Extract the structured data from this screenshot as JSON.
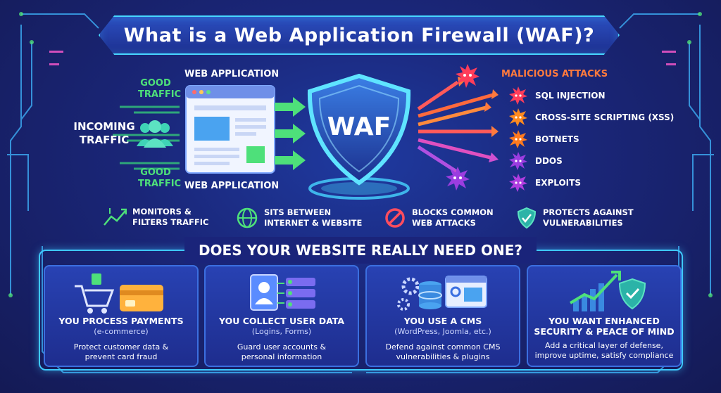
{
  "title": "What is a Web Application Firewall (WAF)?",
  "diagram": {
    "good_traffic_top": [
      "Good",
      "Traffic"
    ],
    "good_traffic_bottom": [
      "Good",
      "Traffic"
    ],
    "incoming_traffic": [
      "Incoming",
      "Traffic"
    ],
    "web_app_top": "Web Application",
    "web_app_bottom": "Web Application",
    "shield_label": "WAF",
    "attacks_title": "Malicious Attacks",
    "attacks": [
      "SQL Injection",
      "Cross-Site Scripting (XSS)",
      "Botnets",
      "DDoS",
      "Exploits"
    ]
  },
  "features": [
    {
      "icon": "chart-arrows-icon",
      "lines": [
        "Monitors &",
        "Filters Traffic"
      ]
    },
    {
      "icon": "globe-network-icon",
      "lines": [
        "Sits Between",
        "Internet & Website"
      ]
    },
    {
      "icon": "block-icon",
      "lines": [
        "Blocks Common",
        "Web Attacks"
      ]
    },
    {
      "icon": "shield-check-icon",
      "lines": [
        "Protects Against",
        "Vulnerabilities"
      ]
    }
  ],
  "need_title": "Does Your Website Really Need One?",
  "cards": [
    {
      "icon": "cart-card-icon",
      "heading": [
        "You Process Payments"
      ],
      "sub": "(e-commerce)",
      "desc": [
        "Protect customer data &",
        "prevent card fraud"
      ]
    },
    {
      "icon": "user-form-icon",
      "heading": [
        "You Collect User Data"
      ],
      "sub": "(Logins, Forms)",
      "desc": [
        "Guard user accounts &",
        "personal information"
      ]
    },
    {
      "icon": "cms-gear-icon",
      "heading": [
        "You Use a CMS"
      ],
      "sub": "(WordPress, Joomla, etc.)",
      "desc": [
        "Defend against common CMS",
        "vulnerabilities & plugins"
      ]
    },
    {
      "icon": "growth-shield-icon",
      "heading": [
        "You Want Enhanced",
        "Security & Peace of Mind"
      ],
      "sub": "",
      "desc": [
        "Add a critical layer of defense,",
        "improve uptime, satisfy compliance"
      ]
    }
  ],
  "colors": {
    "accent": "#47d6ff",
    "good": "#4ee07a",
    "threat": "#ff7a3d",
    "background": "#1a2678"
  }
}
